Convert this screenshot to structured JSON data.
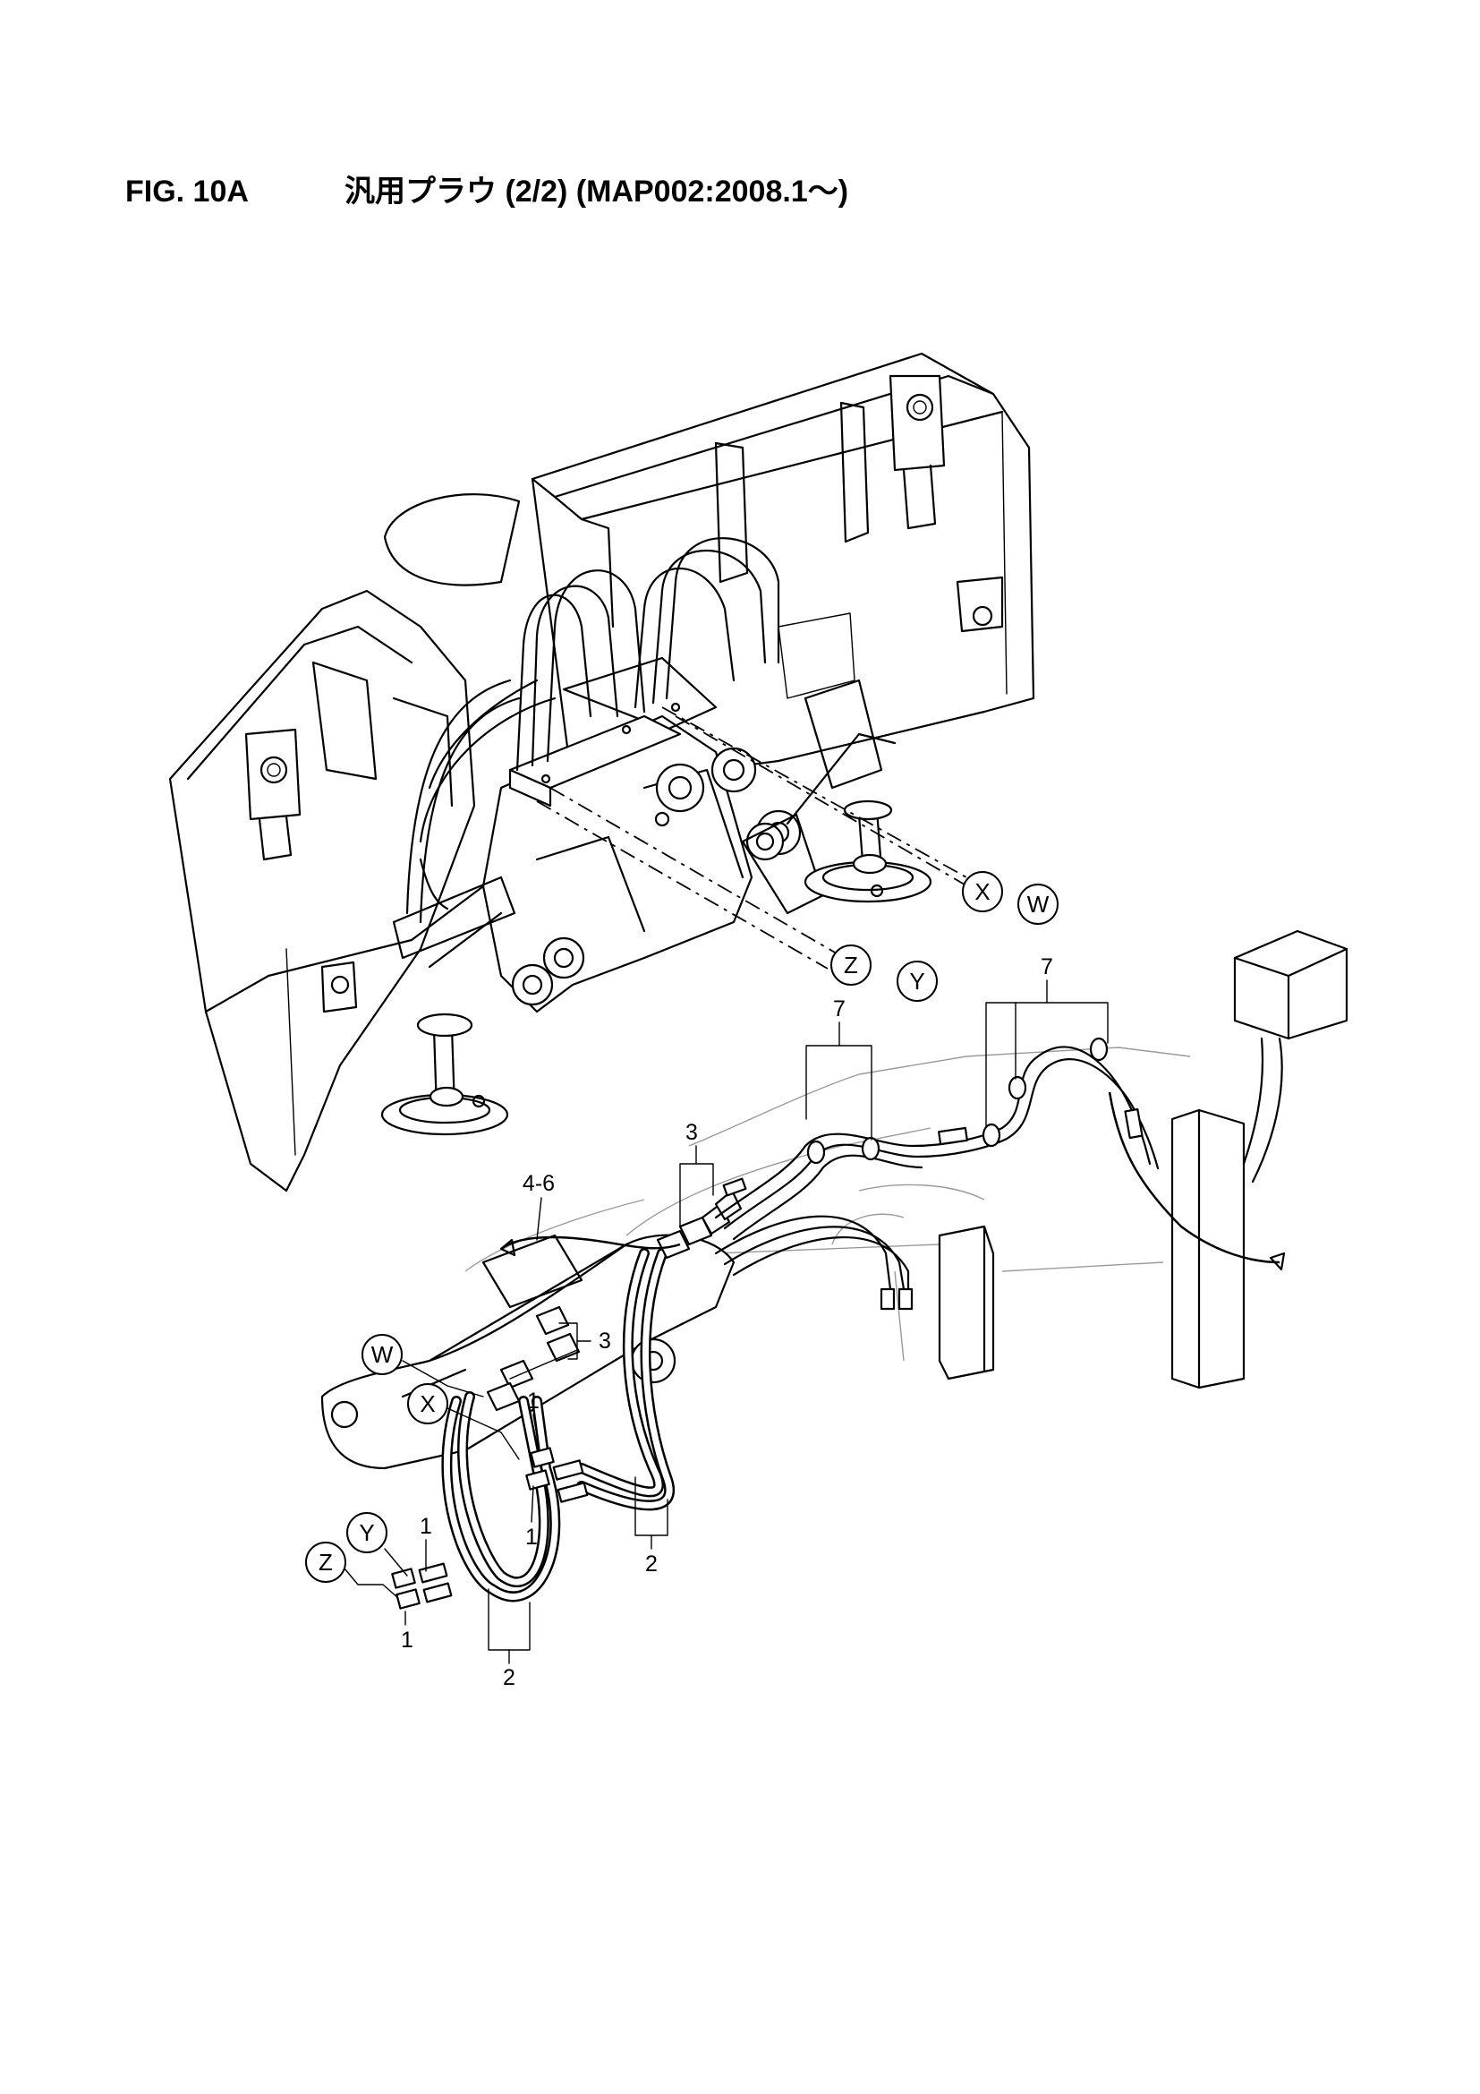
{
  "header": {
    "figure_number": "FIG. 10A",
    "title": "汎用プラウ (2/2) (MAP002:2008.1～)"
  },
  "callouts": {
    "x_top": "X",
    "w_top": "W",
    "z_top": "Z",
    "y_top": "Y",
    "w_left": "W",
    "x_left": "X",
    "y_left": "Y",
    "z_left": "Z"
  },
  "part_numbers": {
    "p7_left": "7",
    "p7_right": "7",
    "p3_top": "3",
    "p3_mid": "3",
    "p4_6": "4-6",
    "p1_a": "1",
    "p1_b": "1",
    "p1_c": "1",
    "p1_d": "1",
    "p2_right": "2",
    "p2_left": "2"
  }
}
